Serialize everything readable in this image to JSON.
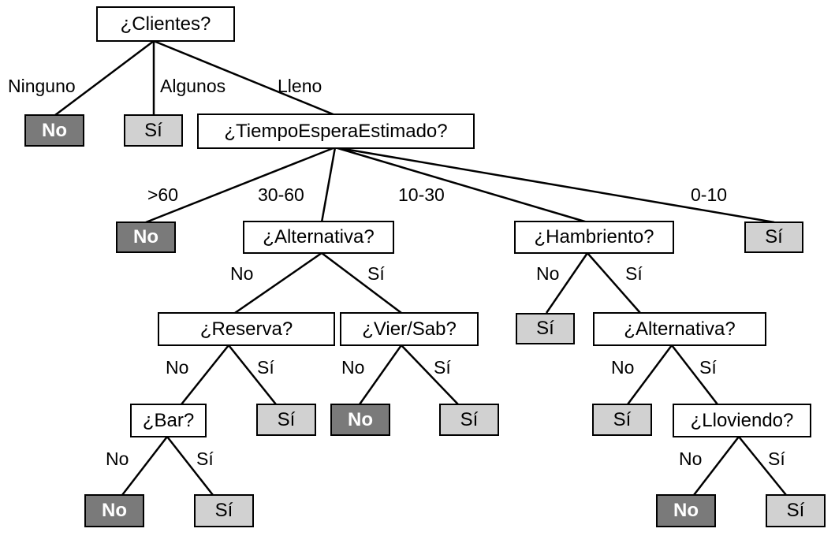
{
  "nodes": {
    "clientes": "¿Clientes?",
    "tiempo": "¿TiempoEsperaEstimado?",
    "alt1": "¿Alternativa?",
    "hambriento": "¿Hambriento?",
    "reserva": "¿Reserva?",
    "viersab": "¿Vier/Sab?",
    "alt2": "¿Alternativa?",
    "bar": "¿Bar?",
    "lloviendo": "¿Lloviendo?",
    "leaf_no": "No",
    "leaf_si": "Sí"
  },
  "edges": {
    "ninguno": "Ninguno",
    "algunos": "Algunos",
    "lleno": "Lleno",
    "gt60": ">60",
    "r30_60": "30-60",
    "r10_30": "10-30",
    "r0_10": "0-10",
    "no": "No",
    "si": "Sí"
  },
  "colors": {
    "leaf_no_fill": "#7a7a7a",
    "leaf_si_fill": "#d1d1d1",
    "test_fill": "#ffffff",
    "stroke": "#000000"
  }
}
